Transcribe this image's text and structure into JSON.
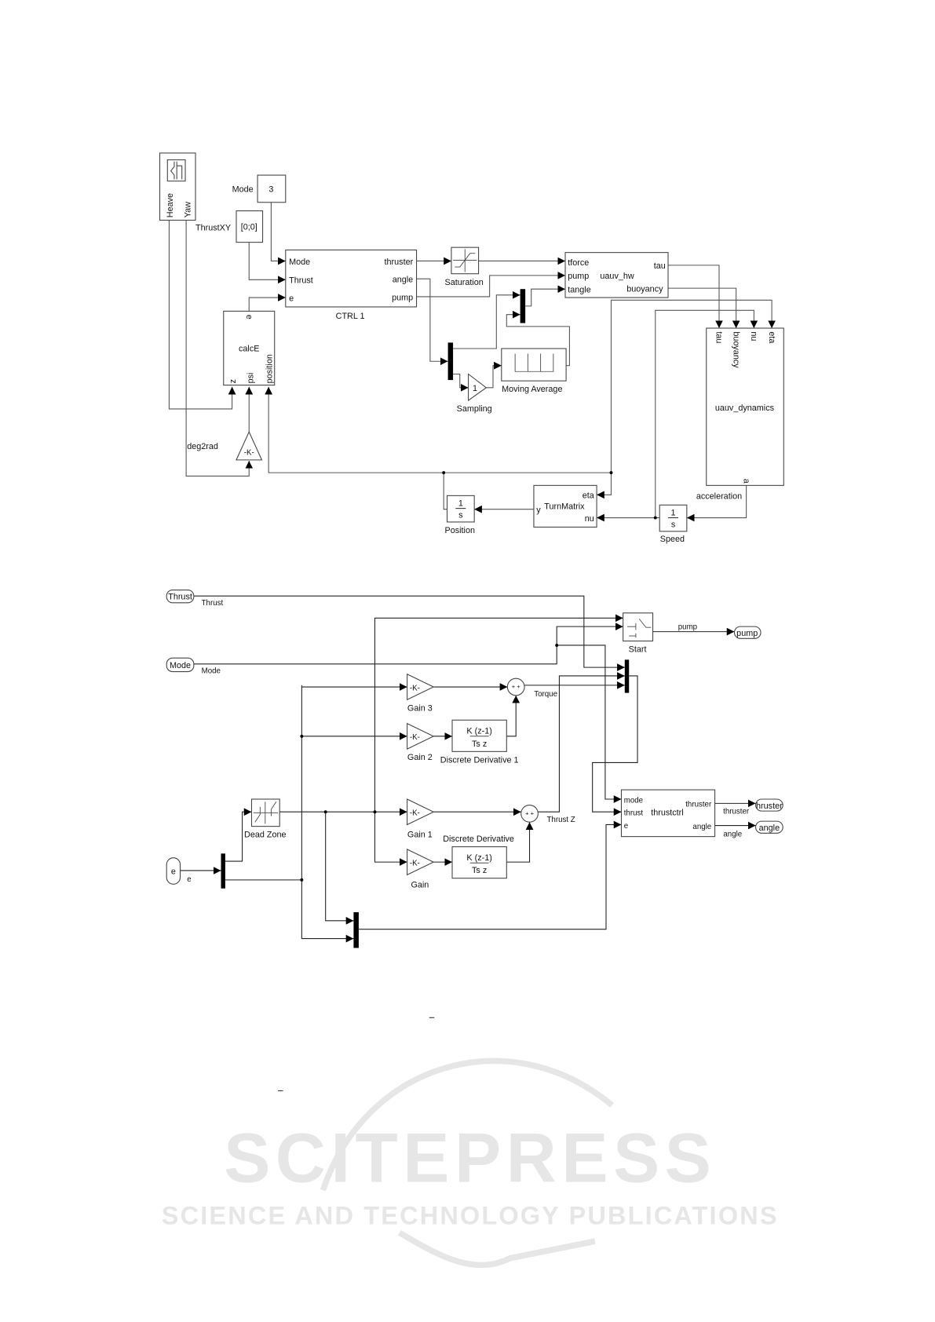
{
  "watermark": {
    "title": "SCITEPRESS",
    "subtitle": "SCIENCE AND TECHNOLOGY PUBLICATIONS"
  },
  "top_diagram": {
    "signal_builder": {
      "outputs": [
        "Heave",
        "Yaw"
      ]
    },
    "mode_const": {
      "label": "Mode",
      "value": "3"
    },
    "thrustxy_const": {
      "label": "ThrustXY",
      "value": "[0;0]"
    },
    "ctrl1": {
      "name": "CTRL 1",
      "inputs": [
        "Mode",
        "Thrust",
        "e"
      ],
      "outputs": [
        "thruster",
        "angle",
        "pump"
      ]
    },
    "calce": {
      "name": "calcE",
      "output": "e",
      "inputs": [
        "z",
        "psi",
        "position"
      ]
    },
    "deg2rad": {
      "label": "deg2rad",
      "gain": "-K-"
    },
    "saturation": {
      "label": "Saturation"
    },
    "sampling": {
      "label": "Sampling",
      "gain": "1"
    },
    "moving_average": {
      "label": "Moving Average"
    },
    "uauv_hw": {
      "name": "uauv_hw",
      "inputs": [
        "tforce",
        "pump",
        "tangle"
      ],
      "outputs": [
        "tau",
        "buoyancy"
      ]
    },
    "uauv_dynamics": {
      "name": "uauv_dynamics",
      "inputs": [
        "tau",
        "buoyancy",
        "nu",
        "eta"
      ],
      "output": "a"
    },
    "turnmatrix": {
      "name": "TurnMatrix",
      "inputs": [
        "eta",
        "nu"
      ],
      "output": "y"
    },
    "position": {
      "label": "Position",
      "num": "1",
      "den": "s"
    },
    "speed": {
      "label": "Speed",
      "num": "1",
      "den": "s"
    },
    "acceleration_label": "acceleration"
  },
  "bottom_diagram": {
    "inports": [
      {
        "name": "Thrust",
        "signal": "Thrust"
      },
      {
        "name": "Mode",
        "signal": "Mode"
      },
      {
        "name": "e",
        "signal": "e"
      }
    ],
    "start_switch": {
      "label": "Start"
    },
    "pump_signal": "pump",
    "outports": [
      {
        "name": "pump"
      },
      {
        "name": "hruster",
        "signal": "thruster"
      },
      {
        "name": "angle",
        "signal": "angle"
      }
    ],
    "dead_zone": {
      "label": "Dead Zone"
    },
    "gains": [
      {
        "label": "Gain 3",
        "value": "-K-"
      },
      {
        "label": "Gain 2",
        "value": "-K-"
      },
      {
        "label": "Gain 1",
        "value": "-K-"
      },
      {
        "label": "Gain",
        "value": "-K-"
      }
    ],
    "derivatives": [
      {
        "label": "Discrete Derivative 1",
        "num": "K (z-1)",
        "den": "Ts z"
      },
      {
        "label": "Discrete Derivative",
        "num": "K (z-1)",
        "den": "Ts z"
      }
    ],
    "sums": [
      {
        "label": "Torque",
        "signs": "+ +"
      },
      {
        "label": "Thrust Z",
        "signs": "+ +"
      }
    ],
    "thrustctrl": {
      "name": "thrustctrl",
      "inputs": [
        "mode",
        "thrust",
        "e"
      ],
      "outputs": [
        "thruster",
        "angle"
      ]
    }
  }
}
